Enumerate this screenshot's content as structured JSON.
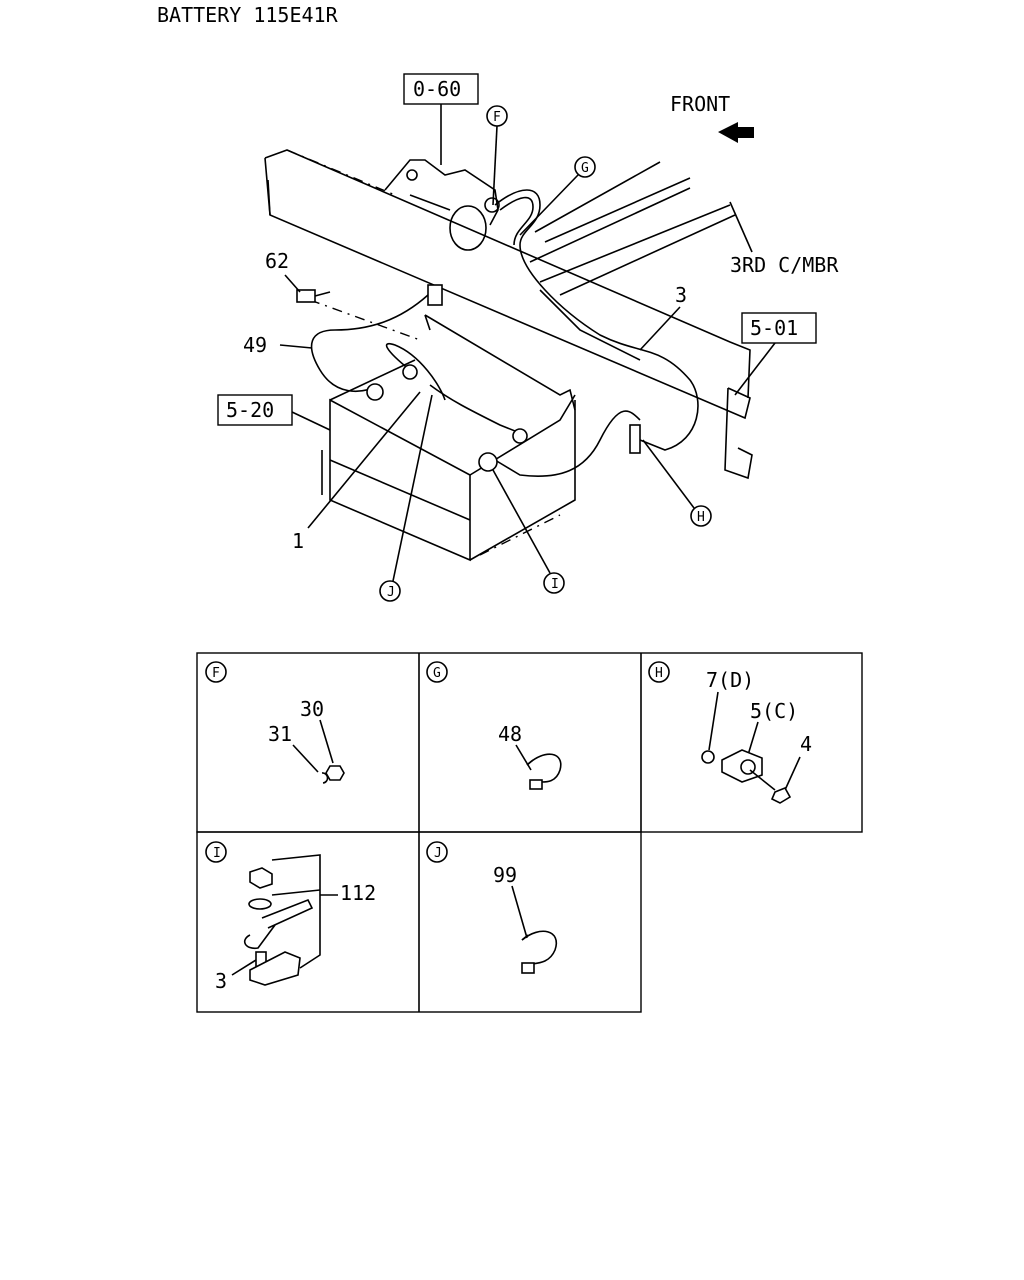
{
  "title": "BATTERY 115E41R",
  "front_label": "FRONT",
  "ref_boxes": {
    "starter": "0-60",
    "frame": "5-01",
    "battery_box": "5-20"
  },
  "frame_label": "3RD C/MBR",
  "main_callouts": {
    "part_62": "62",
    "part_49": "49",
    "part_3": "3",
    "part_1": "1",
    "F": "F",
    "G": "G",
    "H": "H",
    "I": "I",
    "J": "J"
  },
  "details": {
    "F": {
      "letter": "F",
      "labels": [
        "30",
        "31"
      ]
    },
    "G": {
      "letter": "G",
      "labels": [
        "48"
      ]
    },
    "H": {
      "letter": "H",
      "labels": [
        "7(D)",
        "5(C)",
        "4"
      ]
    },
    "I": {
      "letter": "I",
      "labels": [
        "112",
        "3"
      ]
    },
    "J": {
      "letter": "J",
      "labels": [
        "99"
      ]
    }
  }
}
